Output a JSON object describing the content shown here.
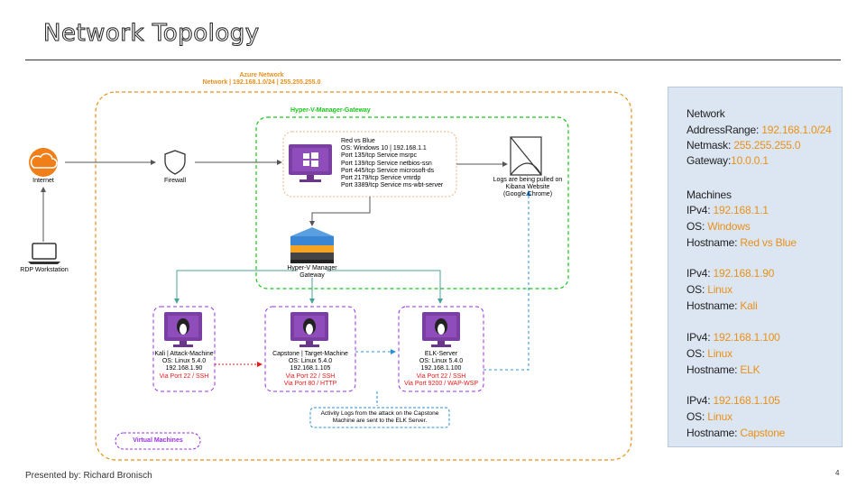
{
  "title": "Network Topology",
  "footer": "Presented by: Richard Bronisch",
  "page_number": "4",
  "colors": {
    "orange": "#e8901a",
    "green": "#19c419",
    "purple": "#9b30e8",
    "red": "#e81919",
    "blue": "#2a8fd8",
    "teal": "#4aa39a"
  },
  "diagram": {
    "azure": {
      "title": "Azure Network",
      "subtitle": "Network | 192.168.1.0/24 | 255.255.255.0"
    },
    "gateway_group": "Hyper-V-Manager-Gateway",
    "internet": "Internet",
    "firewall": "Firewall",
    "rdp": "RDP Workstation",
    "hyperv": {
      "line1": "Hyper-V Manager",
      "line2": "Gateway"
    },
    "redblue": {
      "lines": [
        "Red vs Blue",
        "OS: Windows 10 | 192.168.1.1",
        "Port 135/tcp Service msrpc",
        "Port 139/tcp Service netbios-ssn",
        "Port 445/tcp Service microsoft-ds",
        "Port 2179/tcp Service vmrdp",
        "Port 3389/tcp Service ms-wbt-server"
      ]
    },
    "kibana": {
      "line1": "Logs are being pulled on",
      "line2": "Kibana Website",
      "line3": "(Google Chrome)"
    },
    "kali": {
      "line1": "Kali | Attack-Machine",
      "line2": "OS: Linux 5.4.0",
      "line3": "192.168.1.90",
      "line4": "Via Port 22 / SSH"
    },
    "capstone": {
      "line1": "Capstone | Target-Machine",
      "line2": "OS: Linux 5.4.0",
      "line3": "192.168.1.105",
      "line4": "Via Port 22 / SSH",
      "line5": "Via Port 80 / HTTP"
    },
    "elk": {
      "line1": "ELK-Server",
      "line2": "OS: Linux 5.4.0",
      "line3": "192.168.1.100",
      "line4": "Via Port 22 / SSH",
      "line5": "Via Port 9200 / WAP-WSP"
    },
    "activity_note": {
      "line1": "Activity Logs from the attack on the Capstone",
      "line2": "Machine are sent to the ELK Server."
    },
    "vm_label": "Virtual Machines"
  },
  "side_panel": {
    "network_heading": "Network",
    "address_range_label": "AddressRange:",
    "address_range": "192.168.1.0/24",
    "netmask_label": "Netmask:",
    "netmask": "255.255.255.0",
    "gateway_label": "Gateway:",
    "gateway": "10.0.0.1",
    "machines_heading": "Machines",
    "ipv4_label": "IPv4:",
    "os_label": "OS:",
    "hostname_label": "Hostname:",
    "machines": [
      {
        "ipv4": "192.168.1.1",
        "os": "Windows",
        "hostname": "Red vs Blue"
      },
      {
        "ipv4": "192.168.1.90",
        "os": "Linux",
        "hostname": "Kali"
      },
      {
        "ipv4": "192.168.1.100",
        "os": "Linux",
        "hostname": "ELK"
      },
      {
        "ipv4": "192.168.1.105",
        "os": "Linux",
        "hostname": "Capstone"
      }
    ]
  }
}
